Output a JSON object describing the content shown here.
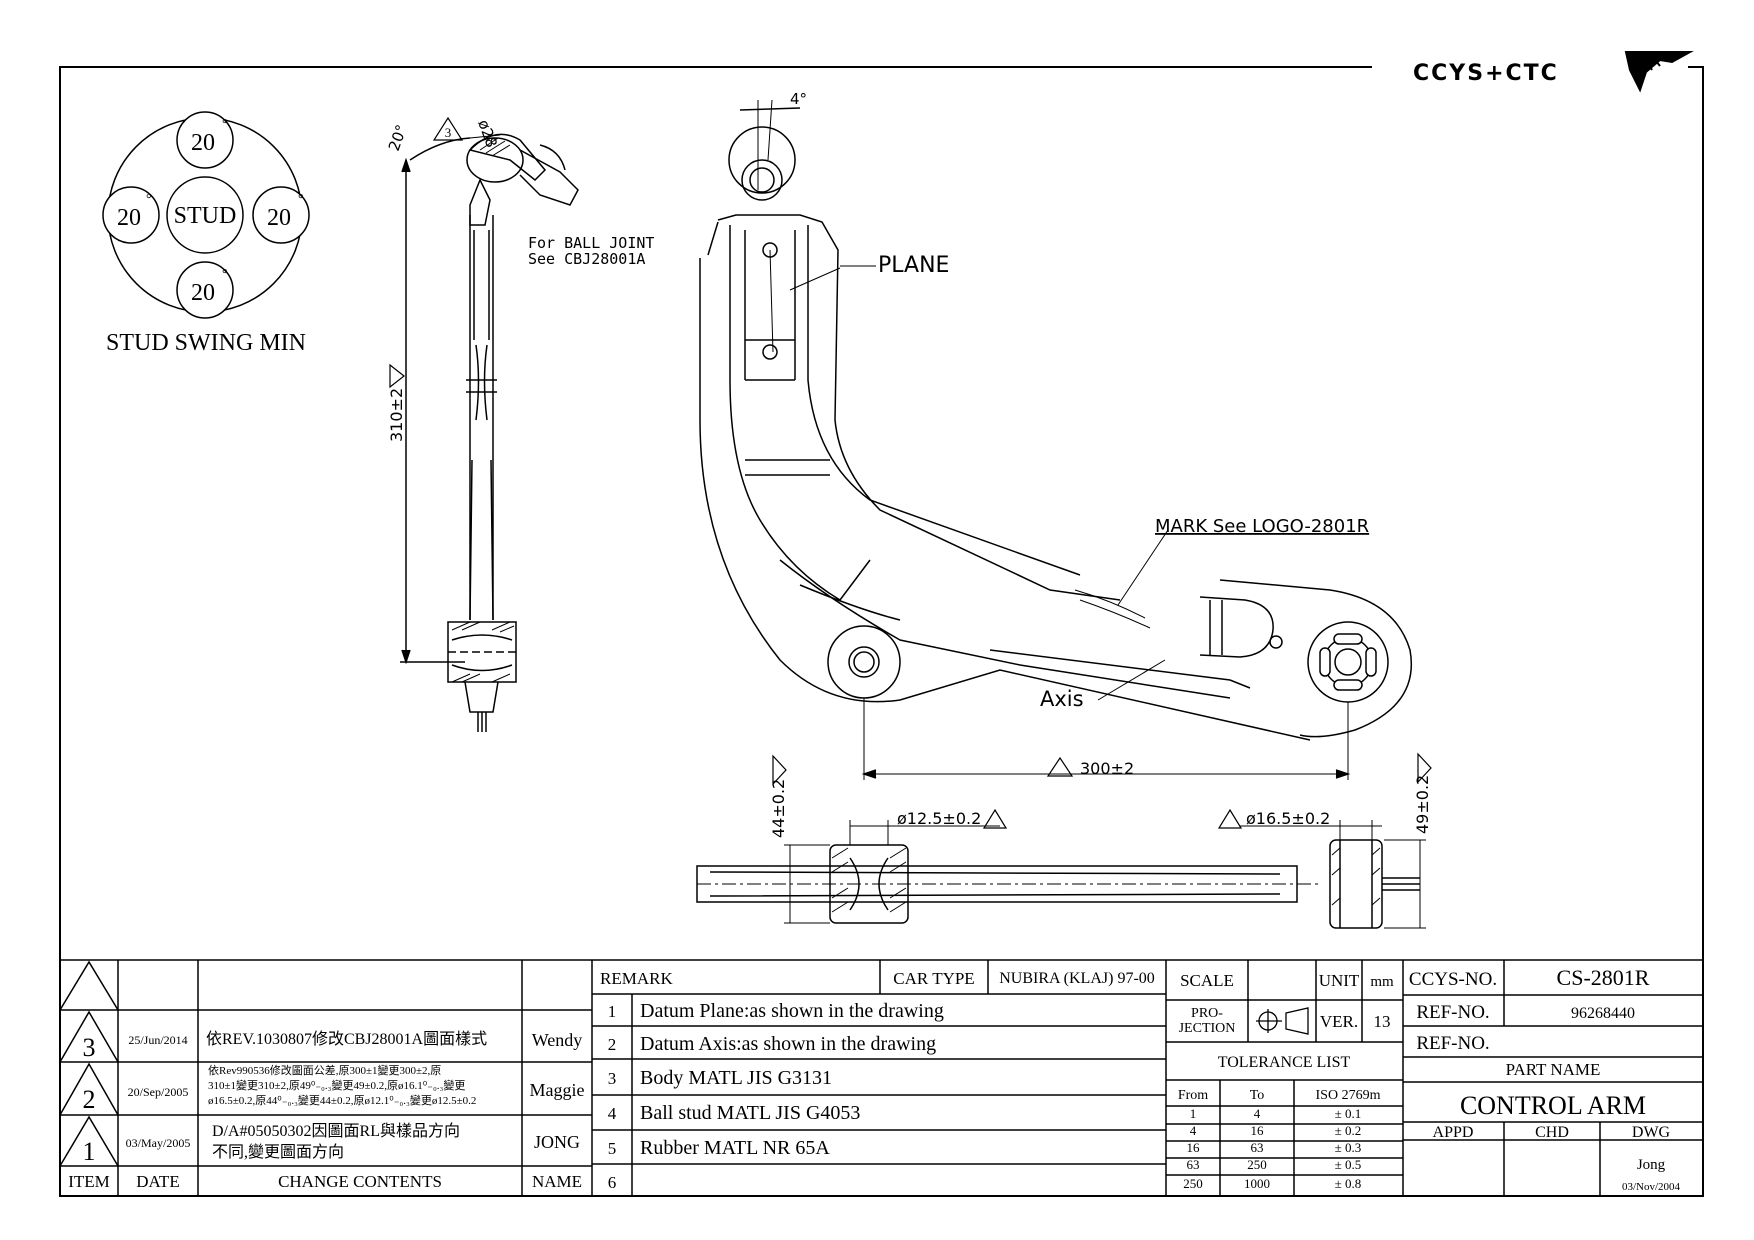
{
  "logo": {
    "text": "CCYS+CTC"
  },
  "stud_swing": {
    "center_label": "STUD",
    "values": [
      "20",
      "20",
      "20",
      "20"
    ],
    "degree_mark": "°",
    "caption": "STUD SWING MIN"
  },
  "side_view": {
    "angle_label": "20°",
    "diameter_label": "ø28",
    "rev_mark": "3",
    "length_label": "310±2",
    "ball_joint_note_1": "For BALL JOINT",
    "ball_joint_note_2": "See CBJ28001A"
  },
  "top_view": {
    "angle_label": "4°",
    "plane_label": "PLANE",
    "mark_label": "MARK See LOGO-2801R",
    "axis_label": "Axis",
    "span_label": "300±2"
  },
  "section_view": {
    "left_height": "44±0.2",
    "right_height": "49±0.2",
    "left_diameter": "ø12.5±0.2",
    "right_diameter": "ø16.5±0.2"
  },
  "revisions": [
    {
      "item": "3",
      "date": "25/Jun/2014",
      "contents": [
        "依REV.1030807修改CBJ28001A圖面樣式"
      ],
      "name": "Wendy"
    },
    {
      "item": "2",
      "date": "20/Sep/2005",
      "contents": [
        "依Rev990536修改圖面公差,原300±1變更300±2,原",
        "310±1變更310±2,原49⁰₋₀.₃變更49±0.2,原ø16.1⁰₋₀.₃變更",
        "ø16.5±0.2,原44⁰₋₀.₃變更44±0.2,原ø12.1⁰₋₀.₃變更ø12.5±0.2"
      ],
      "name": "Maggie"
    },
    {
      "item": "1",
      "date": "03/May/2005",
      "contents": [
        "D/A#05050302因圖面RL與樣品方向",
        "不同,變更圖面方向"
      ],
      "name": "JONG"
    }
  ],
  "revision_headers": {
    "item": "ITEM",
    "date": "DATE",
    "contents": "CHANGE CONTENTS",
    "name": "NAME"
  },
  "remarks": {
    "header": "REMARK",
    "car_type_label": "CAR TYPE",
    "car_type_value": "NUBIRA (KLAJ) 97-00",
    "items": [
      {
        "num": "1",
        "text": "Datum Plane:as shown in the drawing"
      },
      {
        "num": "2",
        "text": "Datum Axis:as shown in the drawing"
      },
      {
        "num": "3",
        "text": "Body MATL JIS G3131"
      },
      {
        "num": "4",
        "text": "Ball stud MATL JIS G4053"
      },
      {
        "num": "5",
        "text": "Rubber MATL NR 65A"
      },
      {
        "num": "6",
        "text": ""
      }
    ]
  },
  "title_block": {
    "scale_label": "SCALE",
    "unit_label": "UNIT",
    "unit_value": "mm",
    "projection_label_1": "PRO-",
    "projection_label_2": "JECTION",
    "ver_label": "VER.",
    "ver_value": "13",
    "tolerance_title": "TOLERANCE LIST",
    "tolerance_headers": [
      "From",
      "To",
      "ISO 2769m"
    ],
    "tolerance_rows": [
      [
        "1",
        "4",
        "± 0.1"
      ],
      [
        "4",
        "16",
        "± 0.2"
      ],
      [
        "16",
        "63",
        "± 0.3"
      ],
      [
        "63",
        "250",
        "± 0.5"
      ],
      [
        "250",
        "1000",
        "± 0.8"
      ]
    ],
    "ccys_no_label": "CCYS-NO.",
    "ccys_no_value": "CS-2801R",
    "ref_no_label": "REF-NO.",
    "ref_no_value": "96268440",
    "ref_no_label_2": "REF-NO.",
    "part_name_label": "PART NAME",
    "part_name_value": "CONTROL ARM",
    "appd_label": "APPD",
    "chd_label": "CHD",
    "dwg_label": "DWG",
    "dwg_name": "Jong",
    "dwg_date": "03/Nov/2004"
  }
}
